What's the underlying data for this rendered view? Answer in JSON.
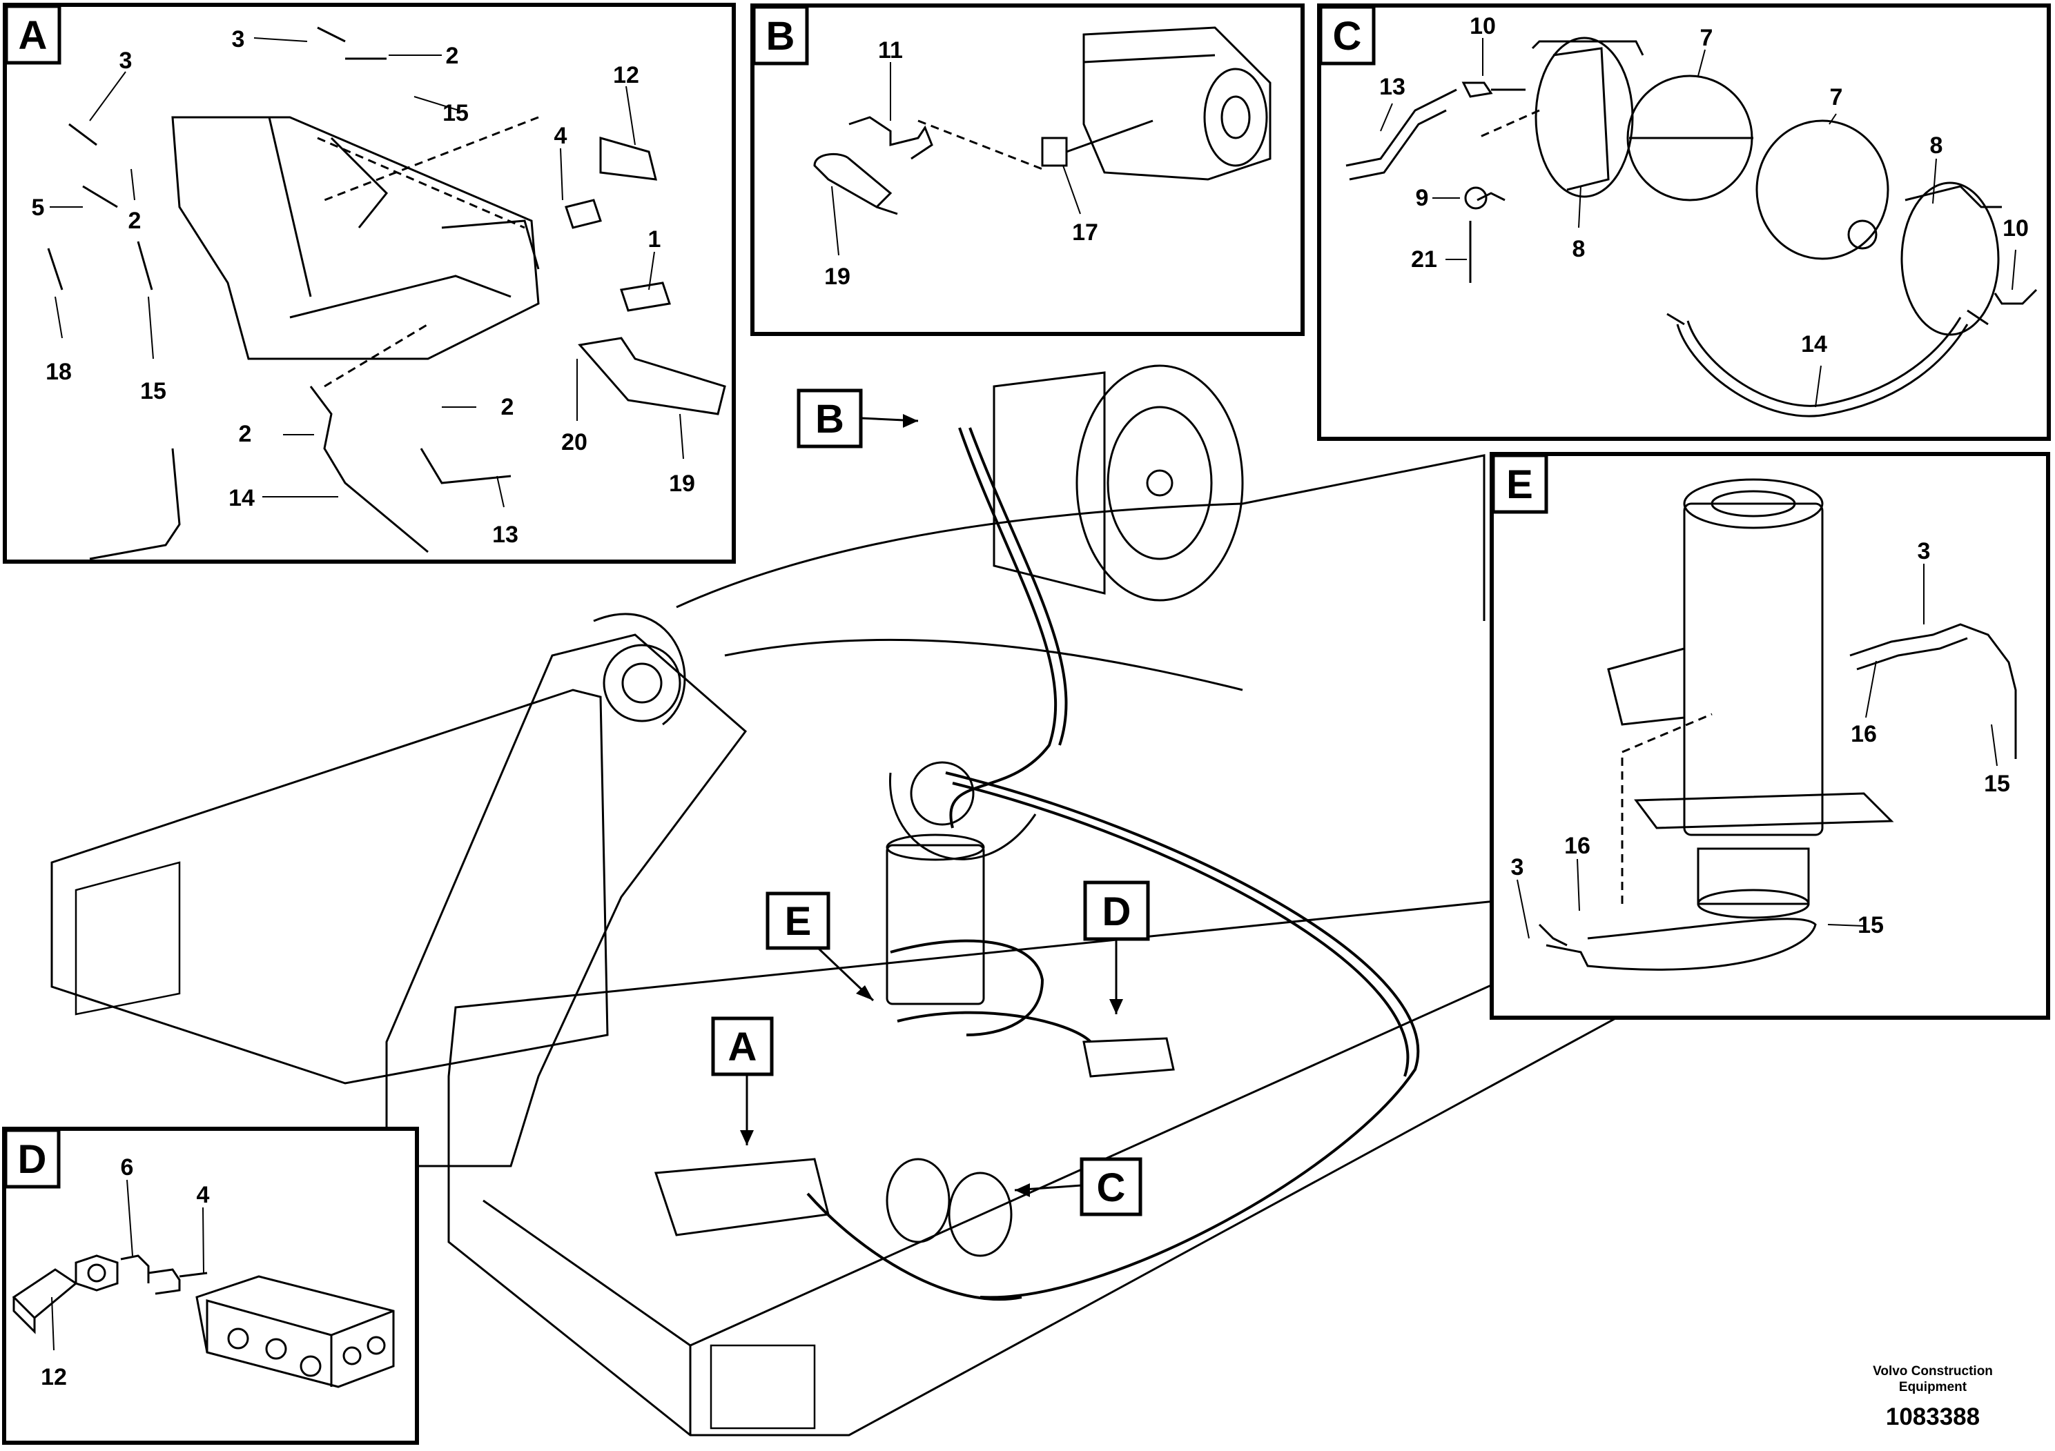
{
  "panels": {
    "A": {
      "tag": "A",
      "labels": [
        "3",
        "2",
        "15",
        "12",
        "3",
        "4",
        "5",
        "2",
        "1",
        "18",
        "15",
        "2",
        "2",
        "20",
        "19",
        "14",
        "13"
      ]
    },
    "B": {
      "tag": "B",
      "labels": [
        "11",
        "17",
        "19"
      ]
    },
    "C": {
      "tag": "C",
      "labels": [
        "10",
        "7",
        "13",
        "7",
        "8",
        "9",
        "8",
        "10",
        "21",
        "14"
      ]
    },
    "D": {
      "tag": "D",
      "labels": [
        "6",
        "4",
        "12"
      ]
    },
    "E": {
      "tag": "E",
      "labels": [
        "3",
        "16",
        "15",
        "16",
        "3",
        "15"
      ]
    }
  },
  "callouts": [
    "B",
    "E",
    "D",
    "A",
    "C"
  ],
  "footer": {
    "company_line1": "Volvo Construction",
    "company_line2": "Equipment",
    "doc_number": "1083388"
  }
}
